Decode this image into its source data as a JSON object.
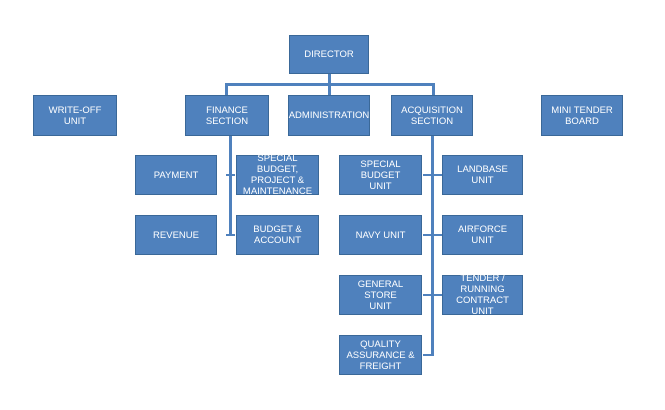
{
  "colors": {
    "box_fill": "#4f81bd",
    "box_border": "#3a6898",
    "text": "#ffffff",
    "connector": "#4f81bd"
  },
  "director": "DIRECTOR",
  "top_units": {
    "write_off": "WRITE-OFF UNIT",
    "finance": "FINANCE SECTION",
    "administration": "ADMINISTRATION",
    "acquisition": "ACQUISITION\nSECTION",
    "mini_tender": "MINI TENDER\nBOARD"
  },
  "finance_units": {
    "payment": "PAYMENT",
    "special_budget_project": "SPECIAL BUDGET,\nPROJECT &\nMAINTENANCE",
    "revenue": "REVENUE",
    "budget_account": "BUDGET &\nACCOUNT"
  },
  "acquisition_units": {
    "special_budget_unit": "SPECIAL BUDGET\nUNIT",
    "landbase": "LANDBASE UNIT",
    "navy": "NAVY UNIT",
    "airforce": "AIRFORCE UNIT",
    "general_store": "GENERAL STORE\nUNIT",
    "tender_running": "TENDER /\nRUNNING\nCONTRACT UNIT",
    "quality_assurance": "QUALITY\nASSURANCE &\nFREIGHT"
  }
}
